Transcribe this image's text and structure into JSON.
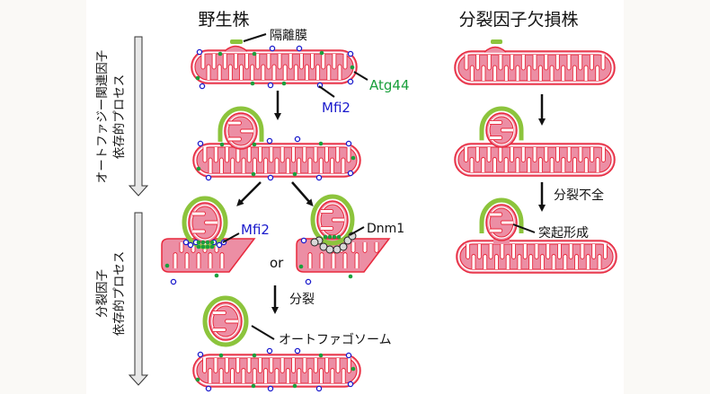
{
  "titles": {
    "wild_type": "野生株",
    "fission_deficient": "分裂因子欠損株"
  },
  "process_labels": {
    "autophagy_line1": "オートファジー関連因子",
    "autophagy_line2": "依存的プロセス",
    "fission_line1": "分裂因子",
    "fission_line2": "依存的プロセス"
  },
  "labels": {
    "isolation_membrane": "隔離膜",
    "atg44": "Atg44",
    "mfi2_top": "Mfi2",
    "mfi2_mid": "Mfi2",
    "dnm1": "Dnm1",
    "or": "or",
    "fission": "分裂",
    "autophagosome": "オートファゴソーム",
    "incomplete_fission": "分裂不全",
    "protrusion": "突起形成"
  },
  "colors": {
    "mito_fill": "#ec8ea4",
    "mito_outline": "#e8283c",
    "isolation_membrane": "#8cc43c",
    "atg44": "#1aa03c",
    "mfi2": "#1a1acc",
    "dnm1": "#d8d8d8",
    "background": "#ffffff",
    "side_panel": "#faf9f6"
  }
}
